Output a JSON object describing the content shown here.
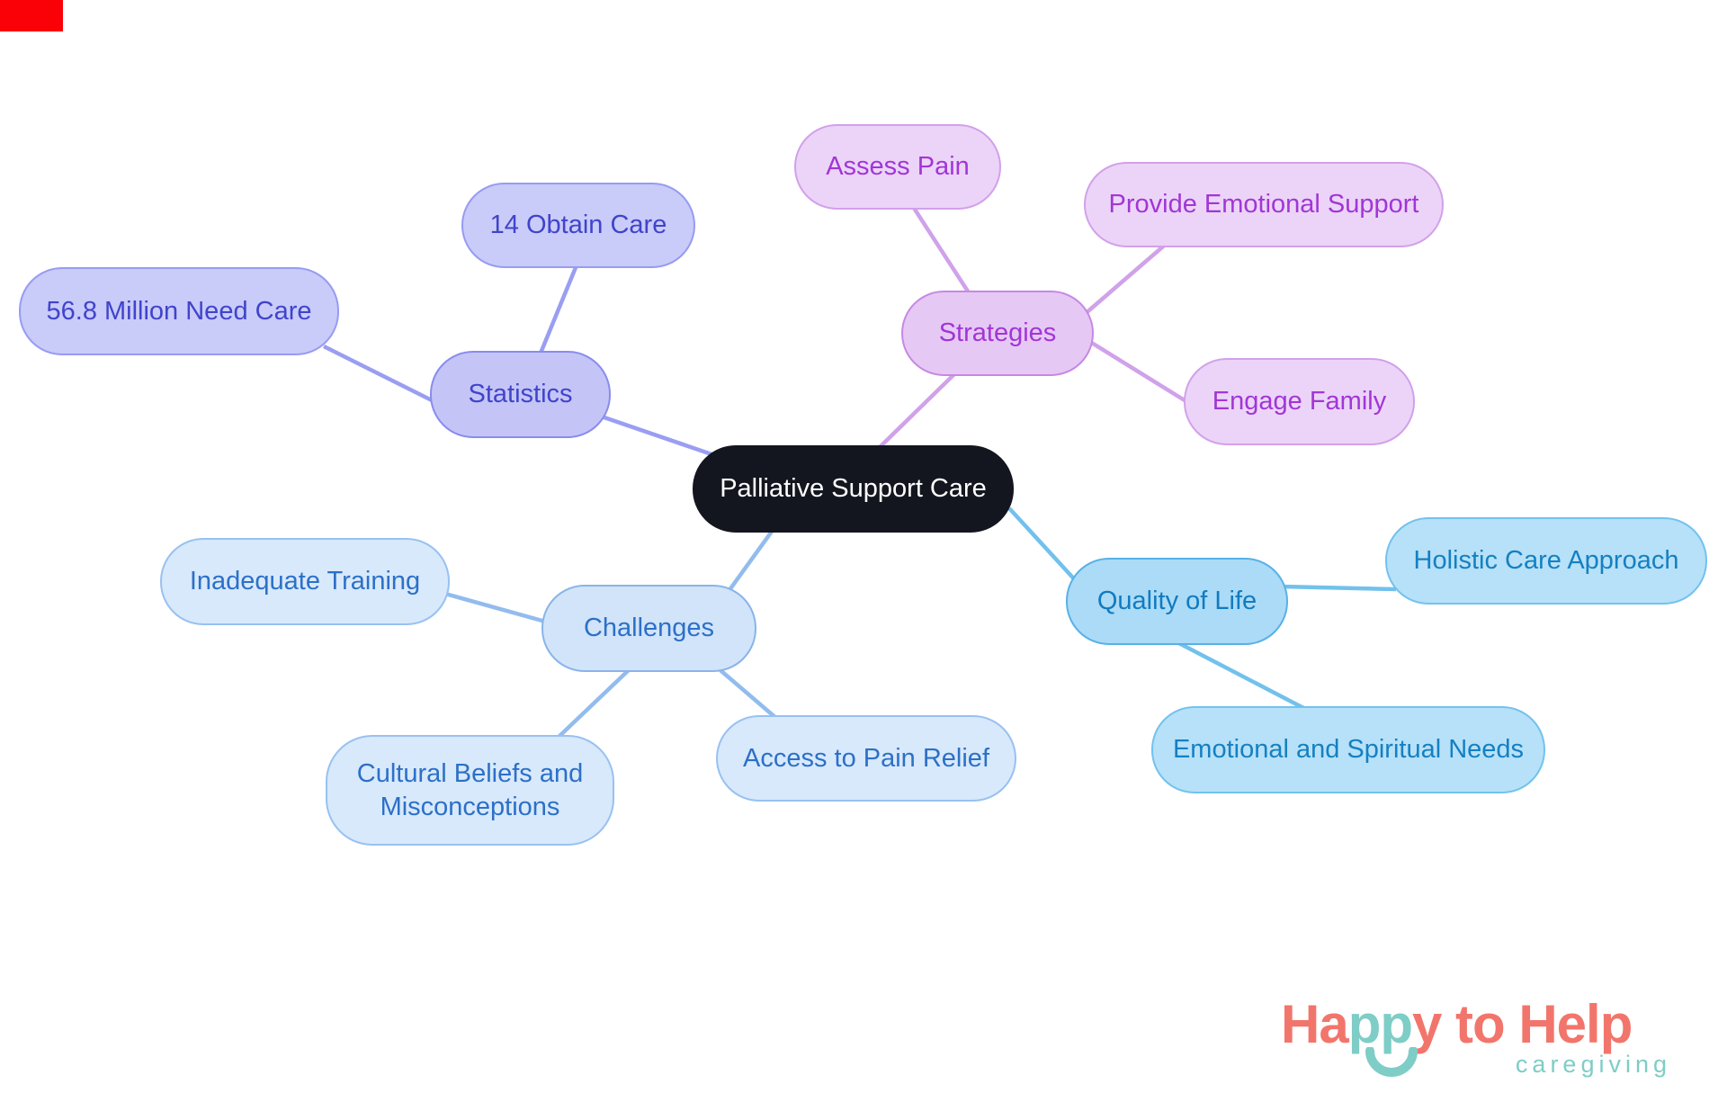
{
  "mindmap": {
    "root": {
      "label": "Palliative Support Care",
      "bg": "#14161f",
      "text_color": "#ffffff"
    },
    "branches": [
      {
        "label": "Statistics",
        "fill": "#c4c5f6",
        "border": "#888cee",
        "text_color": "#4044ca",
        "edge_color": "#9a9ef2",
        "children": [
          {
            "label": "56.8 Million Need Care"
          },
          {
            "label": "14 Obtain Care"
          }
        ]
      },
      {
        "label": "Strategies",
        "fill": "#e6c8f5",
        "border": "#c689e3",
        "text_color": "#a136d6",
        "edge_color": "#d0a2ea",
        "children": [
          {
            "label": "Assess Pain"
          },
          {
            "label": "Provide Emotional Support"
          },
          {
            "label": "Engage Family"
          }
        ]
      },
      {
        "label": "Challenges",
        "fill": "#d2e4f9",
        "border": "#89b4e9",
        "text_color": "#2c70c8",
        "edge_color": "#92bcee",
        "children": [
          {
            "label": "Inadequate Training"
          },
          {
            "label": "Cultural Beliefs and Misconceptions"
          },
          {
            "label": "Access to Pain Relief"
          }
        ]
      },
      {
        "label": "Quality of Life",
        "fill": "#abdbf6",
        "border": "#57b1e7",
        "text_color": "#117bc0",
        "edge_color": "#72c1ec",
        "children": [
          {
            "label": "Holistic Care Approach"
          },
          {
            "label": "Emotional and Spiritual Needs"
          }
        ]
      }
    ]
  },
  "logo": {
    "word_part1": "Ha",
    "word_part2": "pp",
    "word_part3": "y to Help",
    "tagline": "caregiving",
    "coral": "#f2756b",
    "teal": "#7ecdc6"
  },
  "corner_marker": {
    "color": "#fa0007"
  }
}
